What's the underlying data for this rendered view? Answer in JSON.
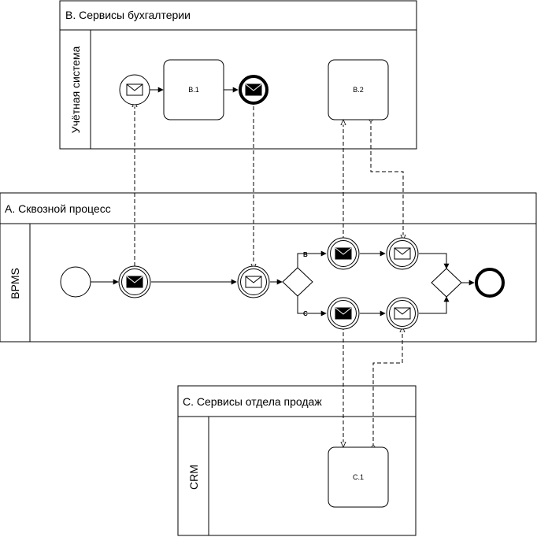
{
  "pools": {
    "accounting": {
      "title": "B. Сервисы бухгалтерии",
      "lane": "Учётная система"
    },
    "process": {
      "title": "A. Сквозной процесс",
      "lane": "BPMS"
    },
    "sales": {
      "title": "C. Сервисы отдела продаж",
      "lane": "CRM"
    }
  },
  "tasks": {
    "b1": "B.1",
    "b2": "B.2",
    "c1": "C.1"
  },
  "flow_labels": {
    "branch_b": "B",
    "branch_c": "C"
  },
  "icons": {
    "message": "envelope-icon",
    "message_filled": "envelope-filled-icon"
  },
  "colors": {
    "stroke": "#000000",
    "background": "#ffffff"
  }
}
